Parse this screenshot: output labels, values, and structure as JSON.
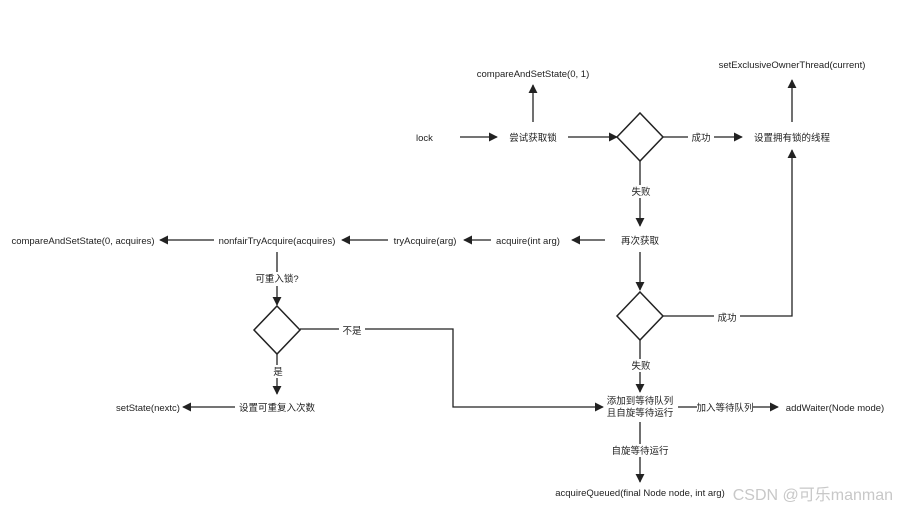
{
  "nodes": {
    "lock": "lock",
    "try_acquire_cn": "尝试获取锁",
    "cas_0_1": "compareAndSetState(0, 1)",
    "set_owner_cn": "设置拥有锁的线程",
    "set_exclusive": "setExclusiveOwnerThread(current)",
    "retry_cn": "再次获取",
    "acquire_int": "acquire(int arg)",
    "try_acquire_arg": "tryAcquire(arg)",
    "nonfair": "nonfairTryAcquire(acquires)",
    "cas_acquires": "compareAndSetState(0, acquires)",
    "reentrant_q": "可重入锁?",
    "set_reentry_cn": "设置可重复入次数",
    "set_state": "setState(nextc)",
    "enqueue_line1": "添加到等待队列",
    "enqueue_line2": "且自旋等待运行",
    "add_waiter": "addWaiter(Node mode)",
    "acquire_queued": "acquireQueued(final Node node, int arg)"
  },
  "edge_labels": {
    "success_1": "成功",
    "fail_1": "失败",
    "success_2": "成功",
    "fail_2": "失败",
    "not": "不是",
    "yes": "是",
    "add_to_queue": "加入等待队列",
    "spin_wait": "自旋等待运行"
  },
  "watermark": "CSDN @可乐manman"
}
